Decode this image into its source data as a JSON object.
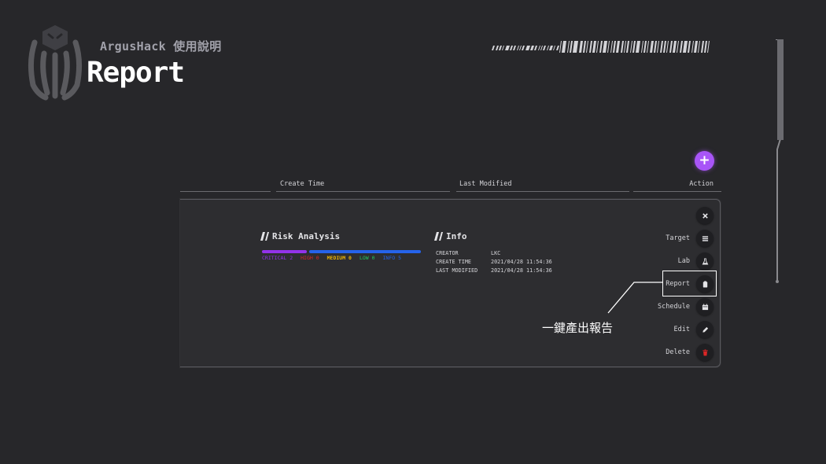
{
  "header": {
    "brand": "ArgusHack 使用說明",
    "title": "Report"
  },
  "table": {
    "columns": [
      "",
      "Create Time",
      "Last Modified",
      "Action"
    ]
  },
  "panel": {
    "risk": {
      "title": "Risk Analysis",
      "levels": [
        {
          "label": "CRITICAL 2",
          "color": "#9333ea",
          "count": 2
        },
        {
          "label": "HIGH 0",
          "color": "#dc2626",
          "count": 0
        },
        {
          "label": "MEDIUM 0",
          "color": "#eab308",
          "count": 0
        },
        {
          "label": "LOW 0",
          "color": "#22c55e",
          "count": 0
        },
        {
          "label": "INFO 5",
          "color": "#2563eb",
          "count": 5
        }
      ]
    },
    "info": {
      "title": "Info",
      "rows": [
        {
          "key": "CREATOR",
          "value": "LKC"
        },
        {
          "key": "CREATE TIME",
          "value": "2021/04/28 11:54:36"
        },
        {
          "key": "LAST MODIFIED",
          "value": "2021/04/28 11:54:36"
        }
      ]
    },
    "actions": {
      "close_icon": "close-icon",
      "items": [
        {
          "label": "Target",
          "icon": "list-icon"
        },
        {
          "label": "Lab",
          "icon": "flask-icon"
        },
        {
          "label": "Report",
          "icon": "clipboard-icon"
        },
        {
          "label": "Schedule",
          "icon": "calendar-icon"
        },
        {
          "label": "Edit",
          "icon": "pencil-icon"
        },
        {
          "label": "Delete",
          "icon": "trash-icon"
        }
      ]
    }
  },
  "annotation": {
    "text": "一鍵產出報告"
  },
  "colors": {
    "accent": "#a855f7",
    "delete": "#dc2626",
    "background": "#27272a",
    "panel": "#2d2d30"
  }
}
